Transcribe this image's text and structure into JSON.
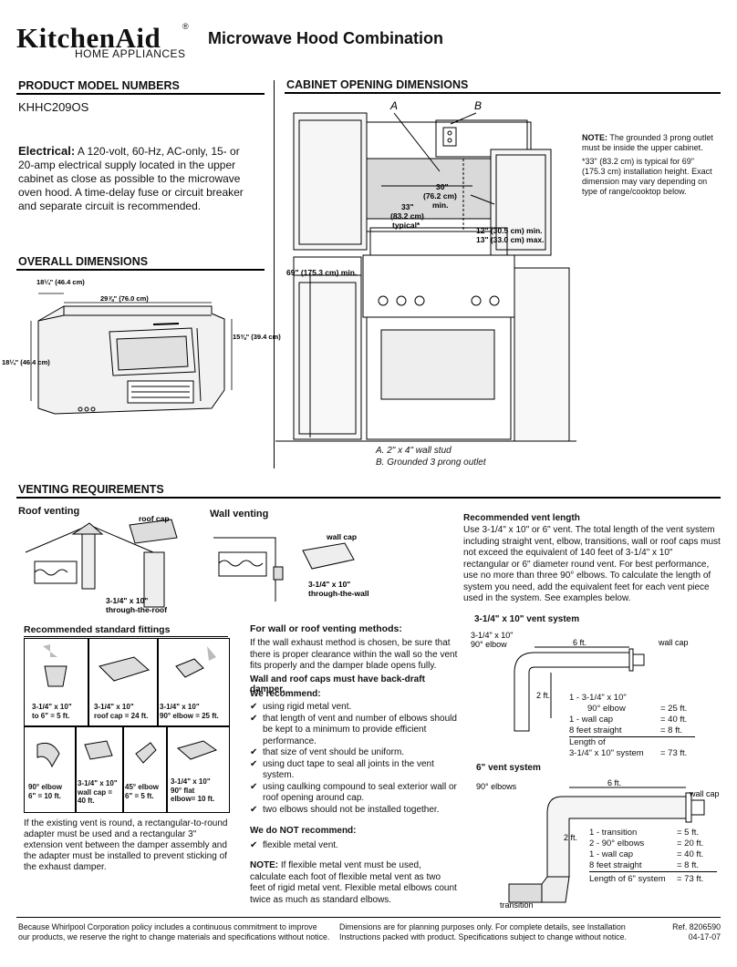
{
  "header": {
    "brand": "KitchenAid",
    "registered_mark": "®",
    "brand_sub": "HOME APPLIANCES",
    "title": "Microwave Hood Combination"
  },
  "product": {
    "heading": "PRODUCT MODEL NUMBERS",
    "model": "KHHC209OS"
  },
  "electrical": {
    "label": "Electrical:",
    "text": "A 120-volt, 60-Hz, AC-only, 15- or 20-amp electrical supply located in the upper cabinet as close as possible to the microwave oven hood. A time-delay fuse or circuit breaker and separate circuit is recommended."
  },
  "overall": {
    "heading": "OVERALL DIMENSIONS",
    "depth": "18¼\" (46.4 cm)",
    "width": "29⅞\" (76.0 cm)",
    "height_right": "15⅜\" (39.4 cm)",
    "height_left": "18¼\" (46.4 cm)"
  },
  "cabinet": {
    "heading": "CABINET OPENING DIMENSIONS",
    "label_a": "A",
    "label_b": "B",
    "dim_30": "30\"",
    "dim_30_cm": "(76.2 cm)",
    "dim_30_min": "min.",
    "dim_33": "33\"",
    "dim_33_cm": "(83.2 cm)",
    "dim_33_typ": "typical*",
    "dim_12": "12\" (30.5 cm) min.",
    "dim_13": "13\" (33.0 cm) max.",
    "dim_69": "69\" (175.3 cm) min.",
    "note_label": "NOTE:",
    "note_text": "The grounded 3 prong outlet must be inside the upper cabinet.",
    "note2": "*33\" (83.2 cm) is typical for 69\" (175.3 cm) installation height. Exact dimension may vary depending on type of range/cooktop below.",
    "legend_a": "A. 2\" x 4\" wall stud",
    "legend_b": "B. Grounded 3 prong outlet"
  },
  "venting": {
    "heading": "VENTING REQUIREMENTS",
    "roof_title": "Roof venting",
    "roof_cap": "roof cap",
    "roof_vent_label": "3-1/4\" x 10\"",
    "roof_vent_label2": "through-the-roof",
    "wall_title": "Wall venting",
    "wall_cap": "wall cap",
    "wall_vent_label": "3-1/4\" x 10\"",
    "wall_vent_label2": "through-the-wall",
    "fittings_title": "Recommended standard fittings",
    "fittings": [
      {
        "l1": "3-1/4\" x 10\"",
        "l2": "to 6\" = 5 ft."
      },
      {
        "l1": "3-1/4\" x 10\"",
        "l2": "roof cap = 24 ft."
      },
      {
        "l1": "3-1/4\" x 10\"",
        "l2": "90° elbow = 25 ft."
      },
      {
        "l1": "90° elbow",
        "l2": "6\" = 10 ft."
      },
      {
        "l1": "3-1/4\" x 10\"",
        "l2": "wall cap =",
        "l3": "40 ft."
      },
      {
        "l1": "45° elbow",
        "l2": "6\" = 5 ft."
      },
      {
        "l1": "3-1/4\" x 10\"",
        "l2": "90° flat",
        "l3": "elbow= 10 ft."
      }
    ],
    "round_text": "If the existing vent is round, a rectangular-to-round adapter must be used and a rectangular 3\" extension vent between the damper assembly and the adapter must be installed to prevent sticking of the exhaust damper.",
    "methods_title": "For wall or roof venting methods:",
    "methods_text": "If the wall exhaust method is chosen, be sure that there is proper clearance within the wall so the vent fits properly and the damper blade opens fully.",
    "backdraft": "Wall and roof caps must have back-draft damper.",
    "recommend_title": "We recommend:",
    "recommend": [
      "using rigid metal vent.",
      "that length of vent and number of elbows should be kept to a minimum to provide efficient performance.",
      "that size of vent should be uniform.",
      "using duct tape to seal all joints in the vent system.",
      "using caulking compound to seal exterior wall or roof opening around cap.",
      "two elbows should not be installed together."
    ],
    "not_title": "We do NOT recommend:",
    "not_recommend": [
      "flexible metal vent."
    ],
    "flex_note_label": "NOTE:",
    "flex_note": "If flexible metal vent must be used, calculate each foot of flexible metal vent as two feet of rigid metal vent. Flexible metal elbows count twice as much as standard elbows.",
    "length_title": "Recommended vent length",
    "length_text": "Use 3-1/4\" x 10\" or 6\" vent. The total length of the vent system including straight vent, elbow, transitions, wall or roof caps must not exceed the equivalent of 140 feet of 3-1/4\" x 10\" rectangular or 6\" diameter round vent. For best performance, use no more than three 90° elbows. To calculate the length of system you need, add the equivalent feet for each vent piece used in the system. See examples below.",
    "sys1": {
      "title": "3-1/4\" x 10\" vent system",
      "elbow_label1": "3-1/4\" x 10\"",
      "elbow_label2": "90° elbow",
      "six_ft": "6 ft.",
      "wall_cap": "wall cap",
      "two_ft": "2 ft.",
      "rows": [
        {
          "item": "1 - 3-1/4\" x 10\"",
          "value": ""
        },
        {
          "item": "90° elbow",
          "value": "= 25 ft."
        },
        {
          "item": "1 - wall cap",
          "value": "= 40 ft."
        },
        {
          "item": "8 feet straight",
          "value": "= 8 ft."
        },
        {
          "item": "Length of",
          "value": ""
        },
        {
          "item": "3-1/4\" x 10\" system",
          "value": "= 73 ft."
        }
      ]
    },
    "sys2": {
      "title": "6\" vent system",
      "elbows": "90° elbows",
      "six_ft": "6 ft.",
      "wall_cap": "wall cap",
      "two_ft": "2 ft.",
      "transition": "transition",
      "rows": [
        {
          "item": "1 - transition",
          "value": "= 5 ft."
        },
        {
          "item": "2 - 90° elbows",
          "value": "= 20 ft."
        },
        {
          "item": "1 - wall cap",
          "value": "= 40 ft."
        },
        {
          "item": "8 feet straight",
          "value": "= 8 ft."
        },
        {
          "item": "Length of 6\" system",
          "value": "= 73 ft."
        }
      ]
    }
  },
  "footer": {
    "left1": "Because Whirlpool Corporation policy includes a continuous commitment to improve",
    "left2": "our products, we reserve the right to change materials and specifications without notice.",
    "mid1": "Dimensions are for planning purposes only.  For complete details, see Installation",
    "mid2": "Instructions packed with product.  Specifications subject to change without notice.",
    "ref": "Ref. 8206590",
    "date": "04-17-07"
  }
}
